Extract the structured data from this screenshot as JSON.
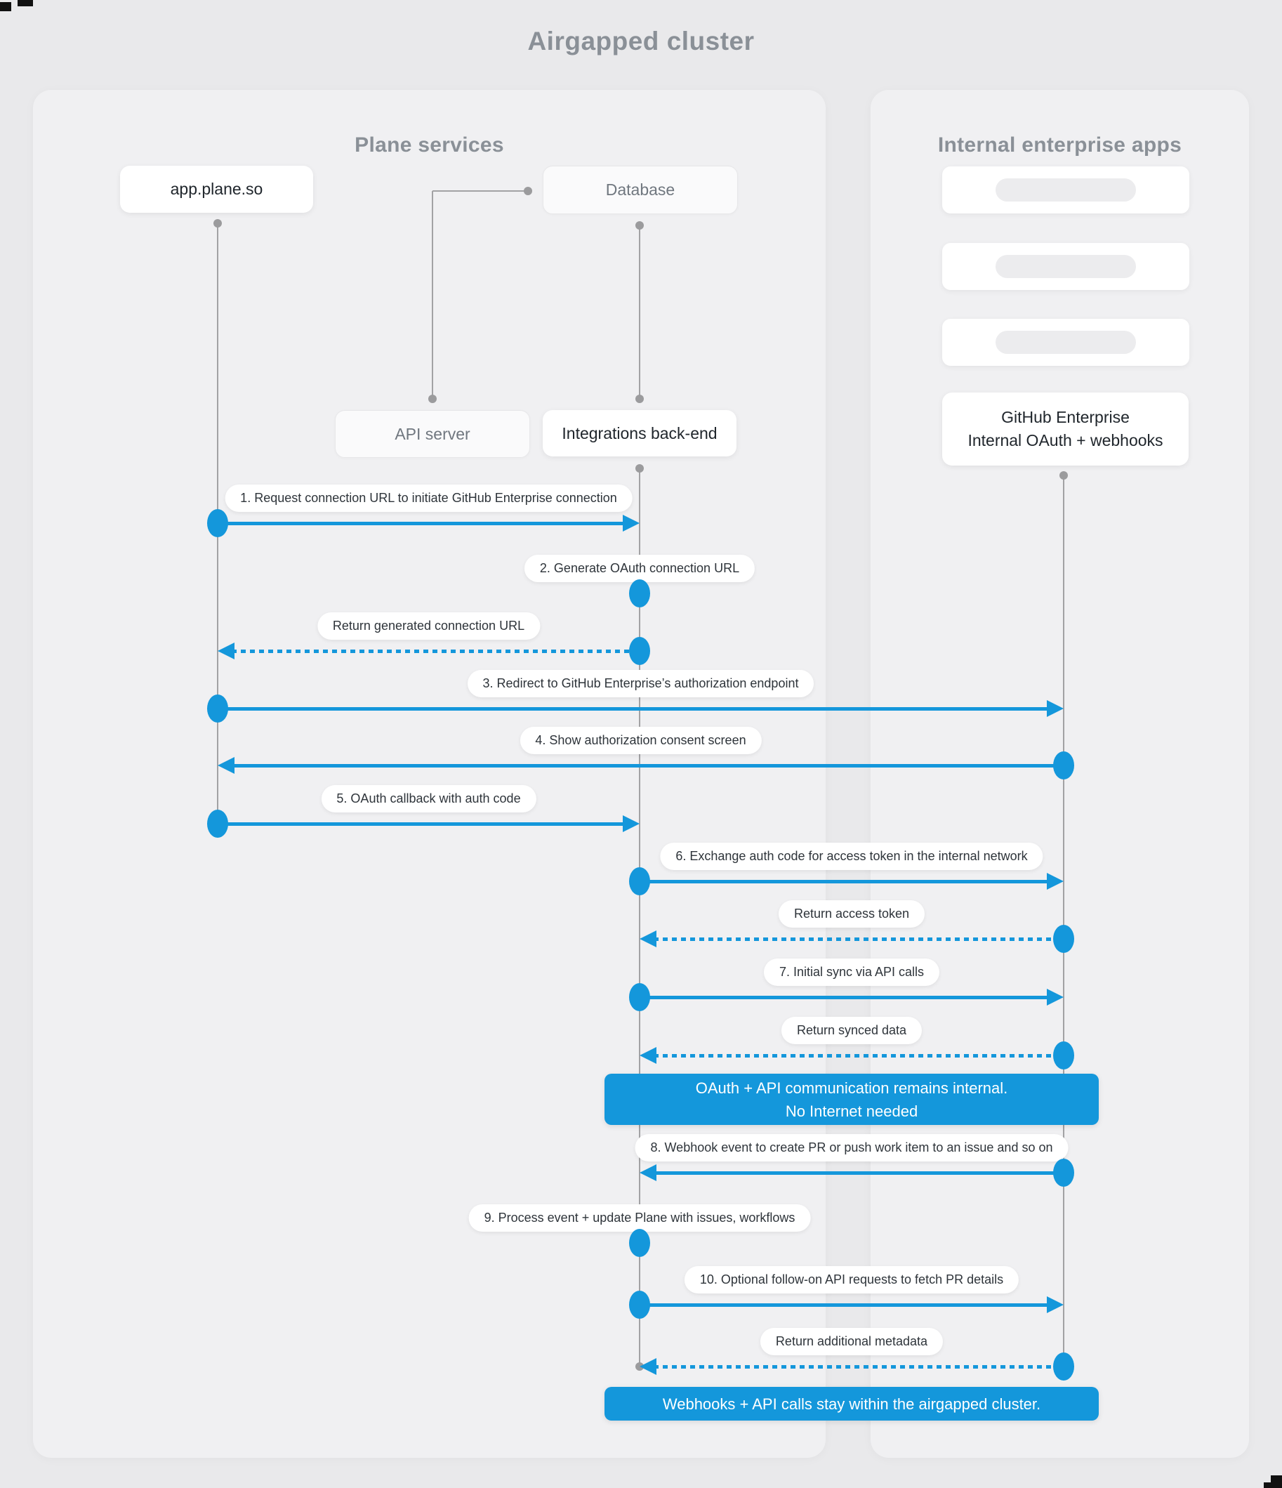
{
  "title": "Airgapped cluster",
  "colors": {
    "accent_blue": "#1497DB",
    "line_gray": "#A2A2A4",
    "panel_bg": "#F0F0F2",
    "page_bg": "#E9E9EB"
  },
  "plane_panel": {
    "title": "Plane services",
    "actors": {
      "app": "app.plane.so",
      "database": "Database",
      "api_server": "API server",
      "integrations": "Integrations back-end"
    }
  },
  "internal_panel": {
    "title": "Internal enterprise apps",
    "placeholder_count": 3,
    "github": {
      "line1": "GitHub Enterprise",
      "line2": "Internal OAuth + webhooks"
    }
  },
  "messages": [
    {
      "label": "1. Request connection URL to initiate GitHub Enterprise connection",
      "from": "app",
      "to": "integrations",
      "style": "solid"
    },
    {
      "label": "2. Generate OAuth connection URL",
      "from": "integrations",
      "to": "integrations",
      "style": "self"
    },
    {
      "label": "Return generated connection URL",
      "from": "integrations",
      "to": "app",
      "style": "dashed"
    },
    {
      "label": "3. Redirect to GitHub Enterprise’s authorization endpoint",
      "from": "app",
      "to": "github",
      "style": "solid"
    },
    {
      "label": "4. Show authorization consent screen",
      "from": "github",
      "to": "app",
      "style": "solid"
    },
    {
      "label": "5. OAuth callback with auth code",
      "from": "app",
      "to": "integrations",
      "style": "solid"
    },
    {
      "label": "6. Exchange auth code for access token in the internal network",
      "from": "integrations",
      "to": "github",
      "style": "solid"
    },
    {
      "label": "Return access token",
      "from": "github",
      "to": "integrations",
      "style": "dashed"
    },
    {
      "label": "7. Initial sync via API calls",
      "from": "integrations",
      "to": "github",
      "style": "solid"
    },
    {
      "label": "Return synced data",
      "from": "github",
      "to": "integrations",
      "style": "dashed"
    },
    {
      "label": "8. Webhook event to create PR or push work item to an issue and so on",
      "from": "github",
      "to": "integrations",
      "style": "solid"
    },
    {
      "label": "9. Process event + update Plane with issues, workflows",
      "from": "integrations",
      "to": "integrations",
      "style": "self"
    },
    {
      "label": "10. Optional follow-on API requests to fetch PR details",
      "from": "integrations",
      "to": "github",
      "style": "solid"
    },
    {
      "label": "Return additional metadata",
      "from": "github",
      "to": "integrations",
      "style": "dashed"
    }
  ],
  "notes": [
    {
      "lines": [
        "OAuth + API communication remains internal.",
        "No Internet needed"
      ]
    },
    {
      "lines": [
        "Webhooks + API calls stay within the airgapped cluster."
      ]
    }
  ]
}
